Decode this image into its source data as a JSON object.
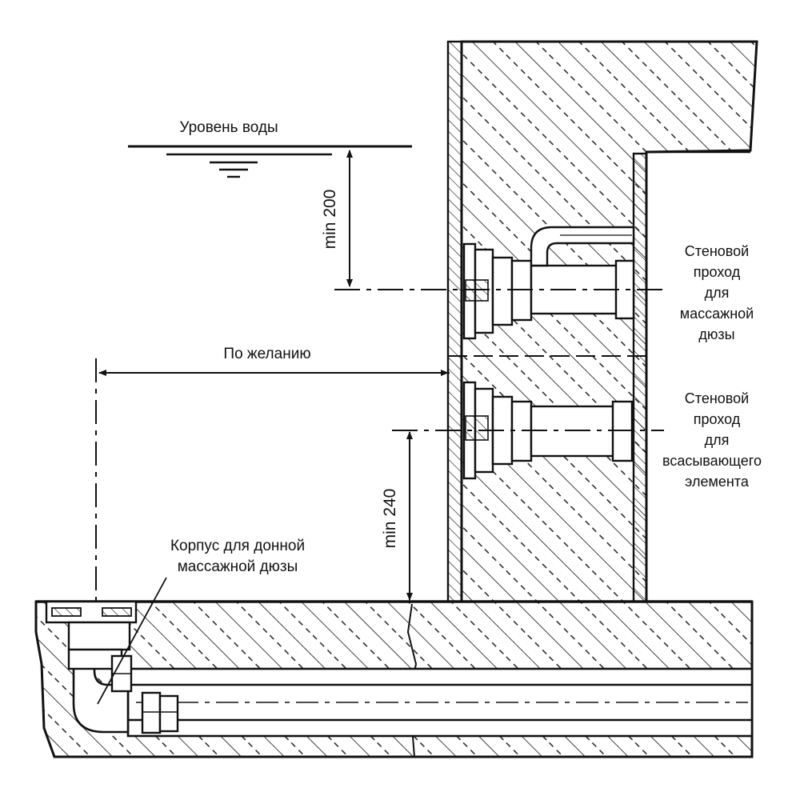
{
  "labels": {
    "water_level": "Уровень воды",
    "min_200": "min 200",
    "optional": "По желанию",
    "min_240": "min 240",
    "bottom_nozzle_housing": [
      "Корпус для донной",
      "массажной дюзы"
    ],
    "wall_passage_massage": [
      "Стеновой",
      "проход",
      "для",
      "массажной",
      "дюзы"
    ],
    "wall_passage_suction": [
      "Стеновой",
      "проход",
      "для",
      "всасывающего",
      "элемента"
    ]
  },
  "colors": {
    "line": "#111111",
    "background": "#ffffff"
  }
}
